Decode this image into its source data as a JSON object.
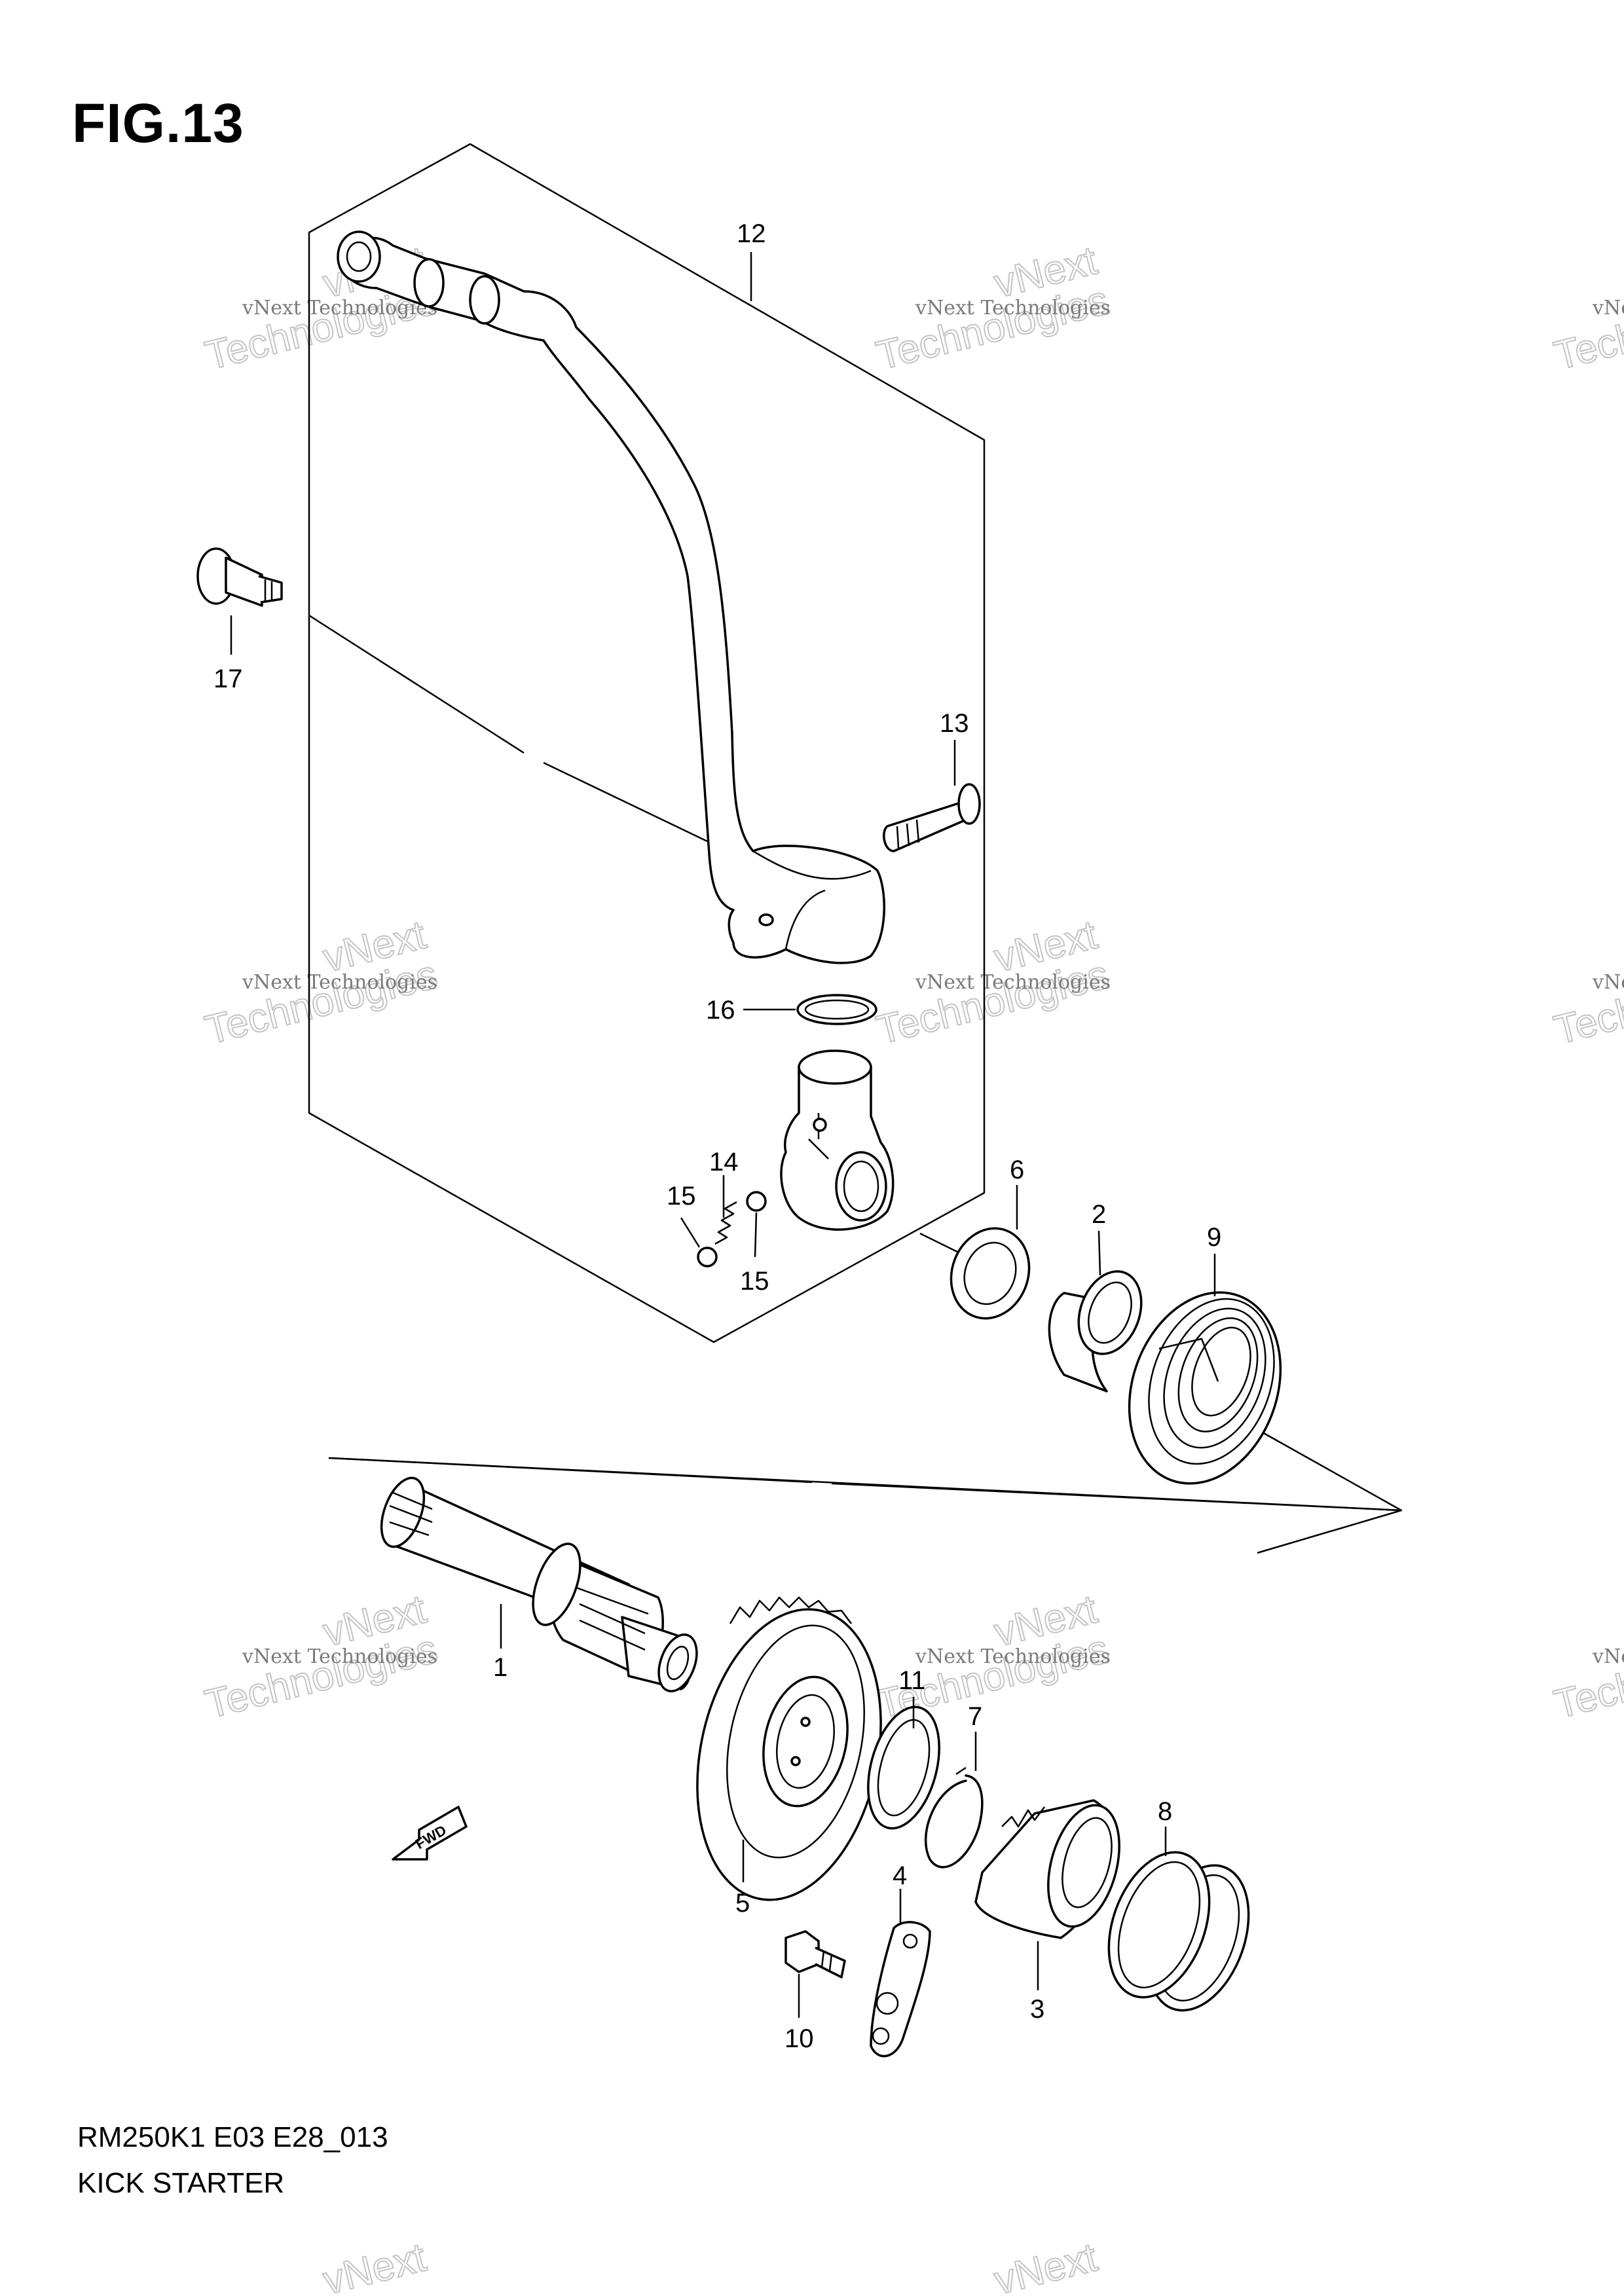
{
  "figure": {
    "title": "FIG.13"
  },
  "footer": {
    "code": "RM250K1 E03 E28_013",
    "name": "KICK STARTER"
  },
  "direction_marker": {
    "label": "FWD"
  },
  "watermark": {
    "line1": "vNext Technologies",
    "line2": "Technologies",
    "line3": "vNext"
  },
  "callouts": {
    "p1": "1",
    "p2": "2",
    "p3": "3",
    "p4": "4",
    "p5": "5",
    "p6": "6",
    "p7": "7",
    "p8": "8",
    "p9": "9",
    "p10": "10",
    "p11": "11",
    "p12": "12",
    "p13": "13",
    "p14": "14",
    "p15a": "15",
    "p15b": "15",
    "p16": "16",
    "p17": "17"
  }
}
